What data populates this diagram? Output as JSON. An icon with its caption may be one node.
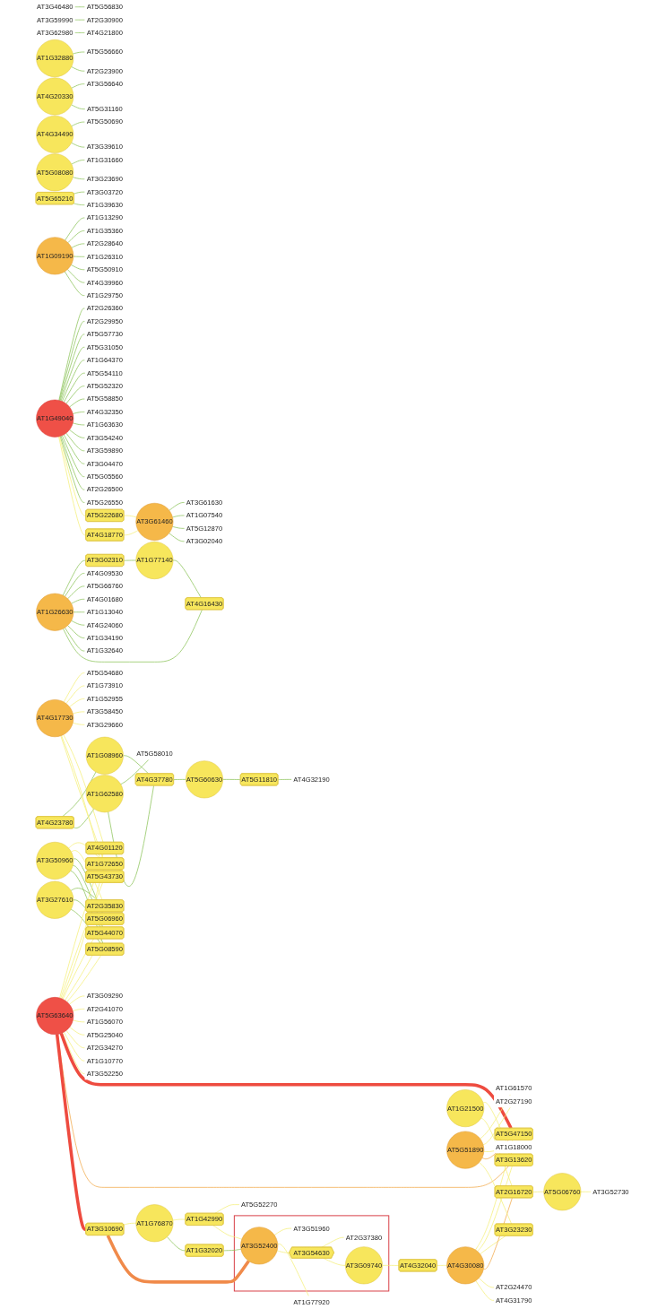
{
  "diagram": {
    "nodes": [
      {
        "text": [
          "AT3G46480"
        ]
      },
      {
        "text": [
          "AT5G56830"
        ]
      },
      {
        "text": [
          "AT3G59990"
        ]
      },
      {
        "text": [
          "AT2G30900"
        ]
      },
      {
        "text": [
          "AT3G62980"
        ]
      },
      {
        "text": [
          "AT4G21800"
        ]
      },
      {
        "text": [
          "AT1G32880"
        ]
      },
      {
        "text": [
          "AT5G56660"
        ]
      },
      {
        "text": [
          "AT2G23900"
        ]
      },
      {
        "text": [
          "AT4G20330"
        ]
      },
      {
        "text": [
          "AT3G56640"
        ]
      },
      {
        "text": [
          "AT5G31160"
        ]
      },
      {
        "text": [
          "AT4G34490"
        ]
      },
      {
        "text": [
          "AT5G50690"
        ]
      },
      {
        "text": [
          "AT3G39610"
        ]
      },
      {
        "text": [
          "AT5G08080"
        ]
      },
      {
        "text": [
          "AT1G31660"
        ]
      },
      {
        "text": [
          "AT3G23690"
        ]
      },
      {
        "text": [
          "AT5G65210"
        ]
      },
      {
        "text": [
          "AT3G03720"
        ]
      },
      {
        "text": [
          "AT1G39630"
        ]
      },
      {
        "text": [
          "AT4G23780"
        ]
      },
      {
        "text": [
          "AT1G08960"
        ]
      },
      {
        "text": [
          "AT1G62580"
        ]
      },
      {
        "text": [
          "AT5G58010"
        ]
      },
      {
        "text": [
          "AT4G37780"
        ]
      },
      {
        "text": [
          "AT5G60630"
        ]
      },
      {
        "text": [
          "AT5G11810"
        ]
      },
      {
        "text": [
          "AT4G32190"
        ]
      },
      {
        "text": [
          "AT1G09190"
        ]
      },
      {
        "text": [
          "AT1G13290"
        ]
      },
      {
        "text": [
          "AT1G35360"
        ]
      },
      {
        "text": [
          "AT2G28640"
        ]
      },
      {
        "text": [
          "AT1G26310"
        ]
      },
      {
        "text": [
          "AT5G50910"
        ]
      },
      {
        "text": [
          "AT4G39960"
        ]
      },
      {
        "text": [
          "AT1G29750"
        ]
      },
      {
        "text": [
          "AT1G49040"
        ]
      },
      {
        "text": [
          "AT2G26360"
        ]
      },
      {
        "text": [
          "AT2G29950"
        ]
      },
      {
        "text": [
          "AT5G57730"
        ]
      },
      {
        "text": [
          "AT5G31050"
        ]
      },
      {
        "text": [
          "AT1G64370"
        ]
      },
      {
        "text": [
          "AT5G54110"
        ]
      },
      {
        "text": [
          "AT5G52320"
        ]
      },
      {
        "text": [
          "AT5G58850"
        ]
      },
      {
        "text": [
          "AT4G32350"
        ]
      },
      {
        "text": [
          "AT1G63630"
        ]
      },
      {
        "text": [
          "AT3G54240"
        ]
      },
      {
        "text": [
          "AT3G59890"
        ]
      },
      {
        "text": [
          "AT3G04470"
        ]
      },
      {
        "text": [
          "AT5G05560"
        ]
      },
      {
        "text": [
          "AT2G26500"
        ]
      },
      {
        "text": [
          "AT5G26550"
        ]
      },
      {
        "text": [
          "AT5G22680"
        ]
      },
      {
        "text": [
          "AT4G18770"
        ]
      },
      {
        "text": [
          "AT3G61460"
        ]
      },
      {
        "text": [
          "AT3G61630"
        ]
      },
      {
        "text": [
          "AT1G07540"
        ]
      },
      {
        "text": [
          "AT5G12870"
        ]
      },
      {
        "text": [
          "AT3G02040"
        ]
      },
      {
        "text": [
          "AT1G26630"
        ]
      },
      {
        "text": [
          "AT3G02310"
        ]
      },
      {
        "text": [
          "AT1G77140"
        ]
      },
      {
        "text": [
          "AT4G16430"
        ]
      },
      {
        "text": [
          "AT4G09530"
        ]
      },
      {
        "text": [
          "AT5G66760"
        ]
      },
      {
        "text": [
          "AT4G01680"
        ]
      },
      {
        "text": [
          "AT1G13040"
        ]
      },
      {
        "text": [
          "AT4G24060"
        ]
      },
      {
        "text": [
          "AT1G34190"
        ]
      },
      {
        "text": [
          "AT1G32640"
        ]
      },
      {
        "text": [
          "AT4G17730"
        ]
      },
      {
        "text": [
          "AT5G54680"
        ]
      },
      {
        "text": [
          "AT1G73910"
        ]
      },
      {
        "text": [
          "AT1G52955"
        ]
      },
      {
        "text": [
          "AT3G58450"
        ]
      },
      {
        "text": [
          "AT3G29660"
        ]
      },
      {
        "text": [
          "AT3G50960"
        ]
      },
      {
        "text": [
          "AT2G35830"
        ]
      },
      {
        "text": [
          "AT3G27610"
        ]
      },
      {
        "text": [
          "AT4G01120"
        ]
      },
      {
        "text": [
          "AT5G43730"
        ]
      },
      {
        "text": [
          "AT1G72650"
        ]
      },
      {
        "text": [
          "AT5G06960"
        ]
      },
      {
        "text": [
          "AT5G44070"
        ]
      },
      {
        "text": [
          "AT5G08590"
        ]
      },
      {
        "text": [
          "AT5G63640"
        ]
      },
      {
        "text": [
          "AT3G09290"
        ]
      },
      {
        "text": [
          "AT2G41070"
        ]
      },
      {
        "text": [
          "AT1G56070"
        ]
      },
      {
        "text": [
          "AT5G25040"
        ]
      },
      {
        "text": [
          "AT2G34270"
        ]
      },
      {
        "text": [
          "AT1G10770"
        ]
      },
      {
        "text": [
          "AT3G52250"
        ]
      },
      {
        "text": [
          "AT5G47150"
        ]
      },
      {
        "text": [
          "AT3G13620"
        ]
      },
      {
        "text": [
          "AT3G10690"
        ]
      },
      {
        "text": [
          "AT1G76870"
        ]
      },
      {
        "text": [
          "AT1G42990"
        ]
      },
      {
        "text": [
          "AT5G52270"
        ]
      },
      {
        "text": [
          "AT1G32020"
        ]
      },
      {
        "text": [],
        "shape": "box"
      },
      {
        "text": [
          "AT3G51960"
        ],
        "in": 102
      },
      {
        "text": [
          "AT3G52400"
        ],
        "in": 102
      },
      {
        "text": [
          "AT3G54630"
        ],
        "in": 102
      },
      {
        "text": [
          "AT2G37380"
        ],
        "in": 102
      },
      {
        "text": [
          "AT3G09740"
        ],
        "in": 102
      },
      {
        "text": [
          "AT1G77920"
        ]
      },
      {
        "text": [
          "AT4G32040"
        ]
      },
      {
        "text": [
          "AT4G30080"
        ]
      },
      {
        "text": [
          "AT2G24470"
        ]
      },
      {
        "text": [
          "AT4G31790"
        ]
      },
      {
        "text": [
          "AT1G21500"
        ]
      },
      {
        "text": [
          "AT5G51890"
        ]
      },
      {
        "text": [
          "AT1G61570"
        ]
      },
      {
        "text": [
          "AT2G27190"
        ]
      },
      {
        "text": [
          "AT1G18000"
        ]
      },
      {
        "text": [
          "AT3G23230"
        ]
      },
      {
        "text": [
          "AT2G16720"
        ]
      },
      {
        "text": [
          "AT5G06760"
        ]
      },
      {
        "text": [
          "AT3G52730"
        ]
      }
    ],
    "edges": [
      {
        "from": 0,
        "to": 1,
        "arrow": "none"
      },
      {
        "from": 2,
        "to": 3,
        "arrow": "none"
      },
      {
        "from": 4,
        "to": 5,
        "arrow": "none"
      },
      {
        "from": 6,
        "to": 7,
        "arrow": "none"
      },
      {
        "from": 6,
        "to": 8,
        "arrow": "none"
      },
      {
        "from": 9,
        "to": 10,
        "arrow": "none"
      },
      {
        "from": 9,
        "to": 11,
        "arrow": "none"
      },
      {
        "from": 12,
        "to": 13,
        "arrow": "none"
      },
      {
        "from": 12,
        "to": 14,
        "arrow": "none"
      },
      {
        "from": 15,
        "to": 16,
        "arrow": "none"
      },
      {
        "from": 15,
        "to": 17,
        "arrow": "none"
      },
      {
        "from": 18,
        "to": 19,
        "arrow": "none"
      },
      {
        "from": 18,
        "to": 20,
        "arrow": "none"
      },
      {
        "from": 21,
        "to": 22,
        "arrow": "none"
      },
      {
        "from": 21,
        "to": 23,
        "arrow": "none"
      },
      {
        "from": 23,
        "to": 24,
        "arrow": "none"
      },
      {
        "from": 22,
        "to": 25,
        "arrow": "none"
      },
      {
        "from": 23,
        "to": 25,
        "arrow": "none"
      },
      {
        "from": 25,
        "to": 26,
        "arrow": "none"
      },
      {
        "from": 26,
        "to": 27,
        "arrow": "none"
      },
      {
        "from": 27,
        "to": 28,
        "arrow": "none"
      },
      {
        "from": 29,
        "to": 30,
        "arrow": "none"
      },
      {
        "from": 29,
        "to": 31,
        "arrow": "none"
      },
      {
        "from": 29,
        "to": 32,
        "arrow": "none"
      },
      {
        "from": 29,
        "to": 33,
        "arrow": "none"
      },
      {
        "from": 29,
        "to": 34,
        "arrow": "none"
      },
      {
        "from": 29,
        "to": 35,
        "arrow": "none"
      },
      {
        "from": 29,
        "to": 36,
        "arrow": "none"
      },
      {
        "from": 37,
        "to": 38,
        "arrow": "none"
      },
      {
        "from": 37,
        "to": 39,
        "arrow": "none"
      },
      {
        "from": 37,
        "to": 40,
        "arrow": "none"
      },
      {
        "from": 37,
        "to": 41,
        "arrow": "none"
      },
      {
        "from": 37,
        "to": 42,
        "arrow": "none"
      },
      {
        "from": 37,
        "to": 43,
        "arrow": "none"
      },
      {
        "from": 37,
        "to": 44,
        "arrow": "none"
      },
      {
        "from": 37,
        "to": 45,
        "arrow": "none"
      },
      {
        "from": 37,
        "to": 46,
        "arrow": "none"
      },
      {
        "from": 37,
        "to": 47,
        "arrow": "none"
      },
      {
        "from": 37,
        "to": 48,
        "arrow": "none"
      },
      {
        "from": 37,
        "to": 49,
        "arrow": "none"
      },
      {
        "from": 37,
        "to": 50,
        "arrow": "none"
      },
      {
        "from": 37,
        "to": 51,
        "arrow": "none"
      },
      {
        "from": 37,
        "to": 52,
        "arrow": "none"
      },
      {
        "from": 37,
        "to": 53,
        "arrow": "none"
      },
      {
        "from": 37,
        "to": 54,
        "arrow": "none",
        "color": "#f4ef7a"
      },
      {
        "from": 37,
        "to": 55,
        "arrow": "none",
        "color": "#f4ef7a"
      },
      {
        "from": 54,
        "to": 56,
        "arrow": "none",
        "color": "#f4ef7a"
      },
      {
        "from": 55,
        "to": 56,
        "arrow": "none",
        "color": "#f4ef7a"
      },
      {
        "from": 56,
        "to": 57,
        "arrow": "none"
      },
      {
        "from": 56,
        "to": 58,
        "arrow": "none"
      },
      {
        "from": 56,
        "to": 59,
        "arrow": "none"
      },
      {
        "from": 56,
        "to": 60,
        "arrow": "none"
      },
      {
        "from": 61,
        "to": 62,
        "arrow": "none"
      },
      {
        "from": 62,
        "to": 63,
        "arrow": "none"
      },
      {
        "from": 63,
        "to": 64,
        "arrow": "none"
      },
      {
        "from": 64,
        "to": 61,
        "arrow": "none"
      },
      {
        "from": 61,
        "to": 65,
        "arrow": "none"
      },
      {
        "from": 61,
        "to": 66,
        "arrow": "none"
      },
      {
        "from": 61,
        "to": 67,
        "arrow": "none"
      },
      {
        "from": 61,
        "to": 68,
        "arrow": "none"
      },
      {
        "from": 61,
        "to": 69,
        "arrow": "none"
      },
      {
        "from": 61,
        "to": 70,
        "arrow": "none"
      },
      {
        "from": 61,
        "to": 71,
        "arrow": "none"
      },
      {
        "from": 72,
        "to": 73,
        "arrow": "none",
        "color": "#f4ef7a"
      },
      {
        "from": 72,
        "to": 74,
        "arrow": "none",
        "color": "#f4ef7a"
      },
      {
        "from": 72,
        "to": 75,
        "arrow": "none",
        "color": "#f4ef7a"
      },
      {
        "from": 72,
        "to": 76,
        "arrow": "none",
        "color": "#f4ef7a"
      },
      {
        "from": 72,
        "to": 77,
        "arrow": "none",
        "color": "#f4ef7a"
      },
      {
        "from": 72,
        "to": 81,
        "arrow": "none",
        "color": "#f4ef7a"
      },
      {
        "from": 72,
        "to": 82,
        "arrow": "none",
        "color": "#f4ef7a"
      },
      {
        "from": 72,
        "to": 83,
        "arrow": "none",
        "color": "#f4ef7a"
      },
      {
        "from": 78,
        "to": 83,
        "arrow": "none",
        "color": "#f4ef7a"
      },
      {
        "from": 78,
        "to": 79,
        "arrow": "none",
        "color": "#f4ef7a"
      },
      {
        "from": 78,
        "to": 84,
        "arrow": "none"
      },
      {
        "from": 78,
        "to": 85,
        "arrow": "none"
      },
      {
        "from": 78,
        "to": 86,
        "arrow": "none"
      },
      {
        "from": 80,
        "to": 79,
        "arrow": "none"
      },
      {
        "from": 80,
        "to": 85,
        "arrow": "none"
      },
      {
        "from": 80,
        "to": 86,
        "arrow": "none"
      },
      {
        "from": 87,
        "to": 81,
        "arrow": "none",
        "color": "#f4ef7a"
      },
      {
        "from": 87,
        "to": 82,
        "arrow": "none",
        "color": "#f4ef7a"
      },
      {
        "from": 87,
        "to": 83,
        "arrow": "none",
        "color": "#f4ef7a"
      },
      {
        "from": 87,
        "to": 84,
        "arrow": "none",
        "color": "#f4ef7a"
      },
      {
        "from": 87,
        "to": 85,
        "arrow": "none",
        "color": "#f4ef7a"
      },
      {
        "from": 87,
        "to": 86,
        "arrow": "none",
        "color": "#f4ef7a"
      },
      {
        "from": 87,
        "to": 88,
        "arrow": "none",
        "color": "#f4ef7a"
      },
      {
        "from": 87,
        "to": 89,
        "arrow": "none",
        "color": "#f4ef7a"
      },
      {
        "from": 87,
        "to": 90,
        "arrow": "none",
        "color": "#f4ef7a"
      },
      {
        "from": 87,
        "to": 91,
        "arrow": "none",
        "color": "#f4ef7a"
      },
      {
        "from": 87,
        "to": 92,
        "arrow": "none",
        "color": "#f4ef7a"
      },
      {
        "from": 87,
        "to": 93,
        "arrow": "none",
        "color": "#f4ef7a"
      },
      {
        "from": 87,
        "to": 94,
        "arrow": "none",
        "color": "#f4ef7a"
      },
      {
        "from": 87,
        "to": 95,
        "arrow": "none",
        "style": "thick",
        "color": "#ee4b3f"
      },
      {
        "from": 87,
        "to": 96,
        "arrow": "none",
        "color": "#f2a94a"
      },
      {
        "from": 87,
        "to": 97,
        "arrow": "none",
        "style": "thick",
        "color": "#ee4b3f"
      },
      {
        "from": 97,
        "to": 98,
        "arrow": "none",
        "color": "#f4ef7a"
      },
      {
        "from": 97,
        "to": 104,
        "arrow": "none",
        "style": "thick",
        "color": "#f08a4a"
      },
      {
        "from": 98,
        "to": 99,
        "arrow": "none",
        "color": "#f4ef7a"
      },
      {
        "from": 98,
        "to": 101,
        "arrow": "none"
      },
      {
        "from": 99,
        "to": 100,
        "arrow": "none",
        "color": "#f4ef7a"
      },
      {
        "from": 99,
        "to": 104,
        "arrow": "none",
        "color": "#f4ef7a"
      },
      {
        "from": 101,
        "to": 104,
        "arrow": "none"
      },
      {
        "from": 104,
        "to": 103,
        "arrow": "none",
        "color": "#f4ef7a"
      },
      {
        "from": 104,
        "to": 108,
        "arrow": "none",
        "color": "#f4ef7a"
      },
      {
        "from": 104,
        "to": 105,
        "arrow": "none",
        "color": "#f4ef7a"
      },
      {
        "from": 105,
        "to": 106,
        "arrow": "none",
        "color": "#f4ef7a"
      },
      {
        "from": 105,
        "to": 107,
        "arrow": "none",
        "color": "#f4ef7a"
      },
      {
        "from": 107,
        "to": 109,
        "arrow": "none",
        "color": "#f4ef7a"
      },
      {
        "from": 109,
        "to": 110,
        "arrow": "none",
        "color": "#f4ef7a"
      },
      {
        "from": 110,
        "to": 95,
        "arrow": "none",
        "color": "#f4ef7a"
      },
      {
        "from": 110,
        "to": 96,
        "arrow": "none",
        "color": "#f4ef7a"
      },
      {
        "from": 110,
        "to": 118,
        "arrow": "none",
        "color": "#f4ef7a"
      },
      {
        "from": 110,
        "to": 119,
        "arrow": "none",
        "color": "#f2a94a"
      },
      {
        "from": 110,
        "to": 111,
        "arrow": "none",
        "color": "#f4ef7a"
      },
      {
        "from": 110,
        "to": 112,
        "arrow": "none",
        "color": "#f4ef7a"
      },
      {
        "from": 113,
        "to": 96,
        "arrow": "none",
        "color": "#f4ef7a"
      },
      {
        "from": 113,
        "to": 119,
        "arrow": "none",
        "color": "#f4ef7a"
      },
      {
        "from": 114,
        "to": 115,
        "arrow": "none",
        "color": "#f4ef7a"
      },
      {
        "from": 114,
        "to": 116,
        "arrow": "none",
        "color": "#f4ef7a"
      },
      {
        "from": 114,
        "to": 117,
        "arrow": "none",
        "color": "#f4ef7a"
      },
      {
        "from": 114,
        "to": 95,
        "arrow": "none",
        "color": "#f2a94a"
      },
      {
        "from": 114,
        "to": 118,
        "arrow": "none",
        "color": "#f4ef7a"
      },
      {
        "from": 119,
        "to": 120,
        "arrow": "none",
        "color": "#f4ef7a"
      },
      {
        "from": 120,
        "to": 121,
        "arrow": "none",
        "color": "#f4ef7a"
      }
    ]
  }
}
